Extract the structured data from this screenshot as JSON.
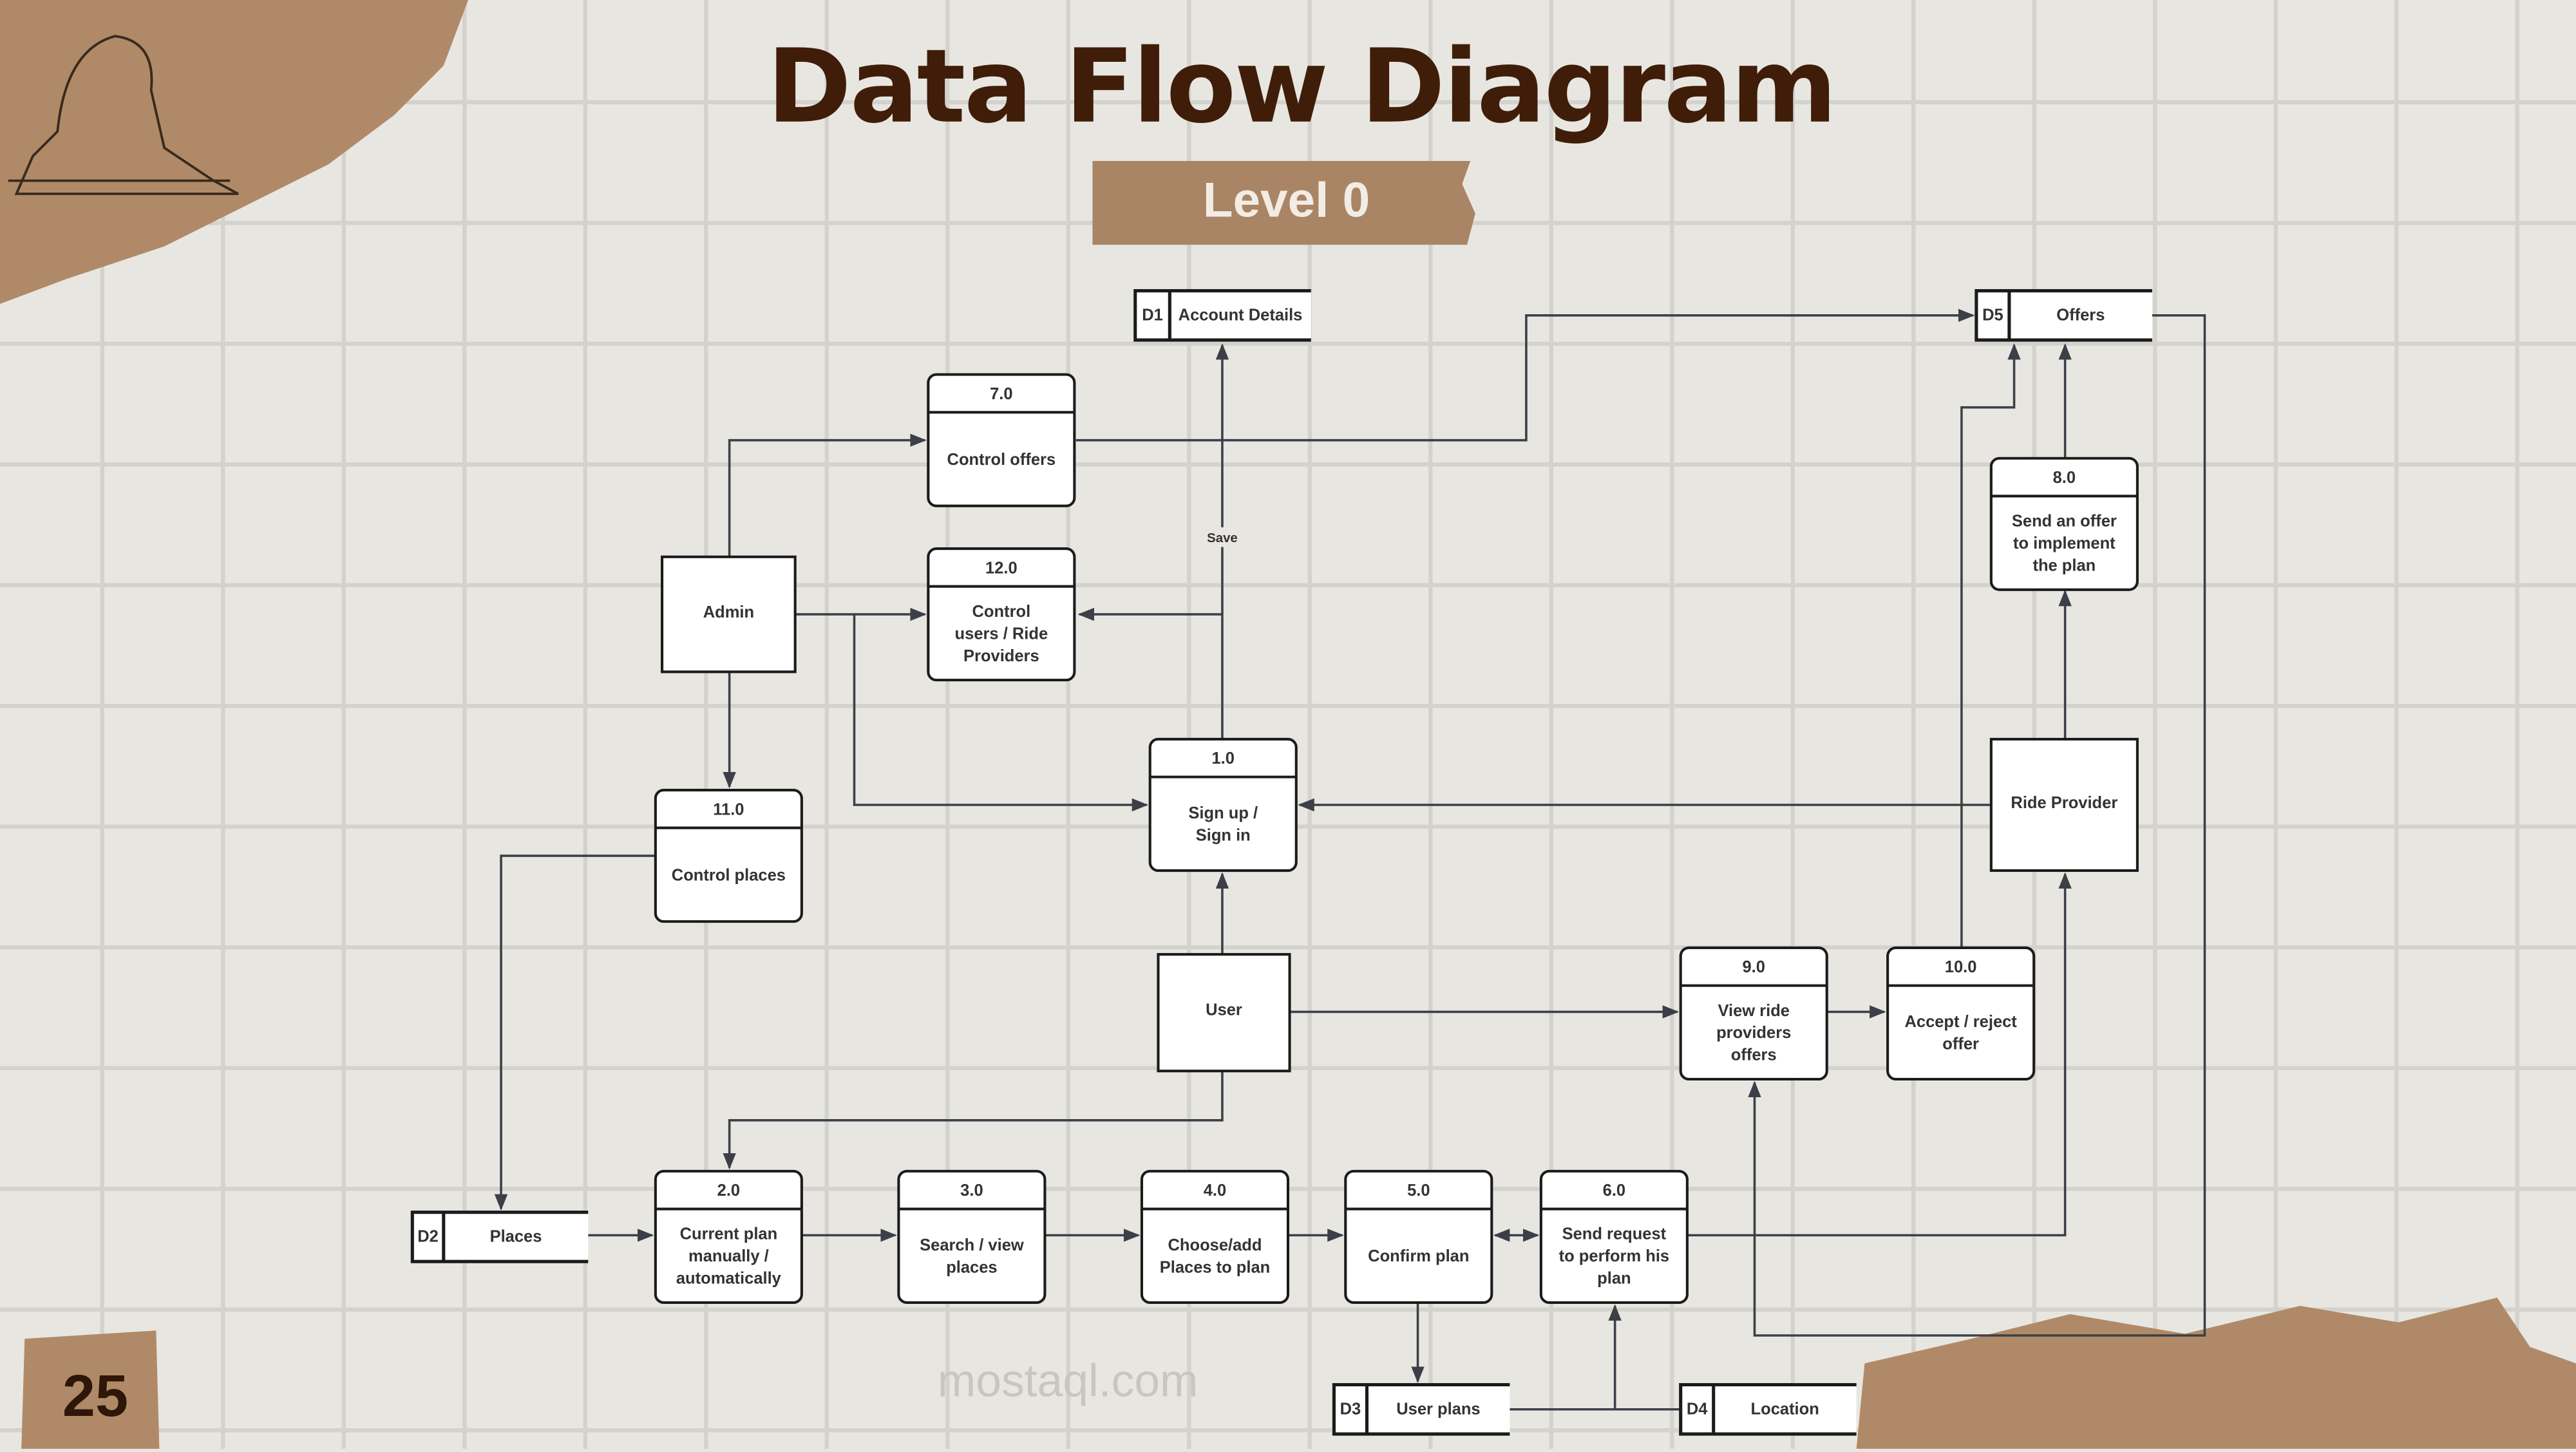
{
  "title": "Data Flow Diagram",
  "subtitle": "Level 0",
  "page_number": "25",
  "watermark": "mostaql.com",
  "colors": {
    "title": "#3f1d08",
    "paper": "#b08a68",
    "background": "#e8e6e1",
    "line": "#3b4048"
  },
  "stores": {
    "d1": {
      "id": "D1",
      "label": "Account Details"
    },
    "d2": {
      "id": "D2",
      "label": "Places"
    },
    "d3": {
      "id": "D3",
      "label": "User plans"
    },
    "d4": {
      "id": "D4",
      "label": "Location"
    },
    "d5": {
      "id": "D5",
      "label": "Offers"
    }
  },
  "entities": {
    "admin": "Admin",
    "user": "User",
    "ride_provider": "Ride Provider"
  },
  "processes": {
    "p1": {
      "num": "1.0",
      "lines": [
        "Sign up /",
        "Sign in"
      ]
    },
    "p2": {
      "num": "2.0",
      "lines": [
        "Current plan",
        "manually /",
        "automatically"
      ]
    },
    "p3": {
      "num": "3.0",
      "lines": [
        "Search / view",
        "places"
      ]
    },
    "p4": {
      "num": "4.0",
      "lines": [
        "Choose/add",
        "Places to plan"
      ]
    },
    "p5": {
      "num": "5.0",
      "lines": [
        "Confirm plan"
      ]
    },
    "p6": {
      "num": "6.0",
      "lines": [
        "Send request",
        "to perform his",
        "plan"
      ]
    },
    "p7": {
      "num": "7.0",
      "lines": [
        "Control offers"
      ]
    },
    "p8": {
      "num": "8.0",
      "lines": [
        "Send an offer",
        "to implement",
        "the plan"
      ]
    },
    "p9": {
      "num": "9.0",
      "lines": [
        "View ride",
        "providers",
        "offers"
      ]
    },
    "p10": {
      "num": "10.0",
      "lines": [
        "Accept / reject",
        "offer"
      ]
    },
    "p11": {
      "num": "11.0",
      "lines": [
        "Control places"
      ]
    },
    "p12": {
      "num": "12.0",
      "lines": [
        "Control",
        "users / Ride",
        "Providers"
      ]
    }
  },
  "flow_labels": {
    "save": "Save"
  }
}
